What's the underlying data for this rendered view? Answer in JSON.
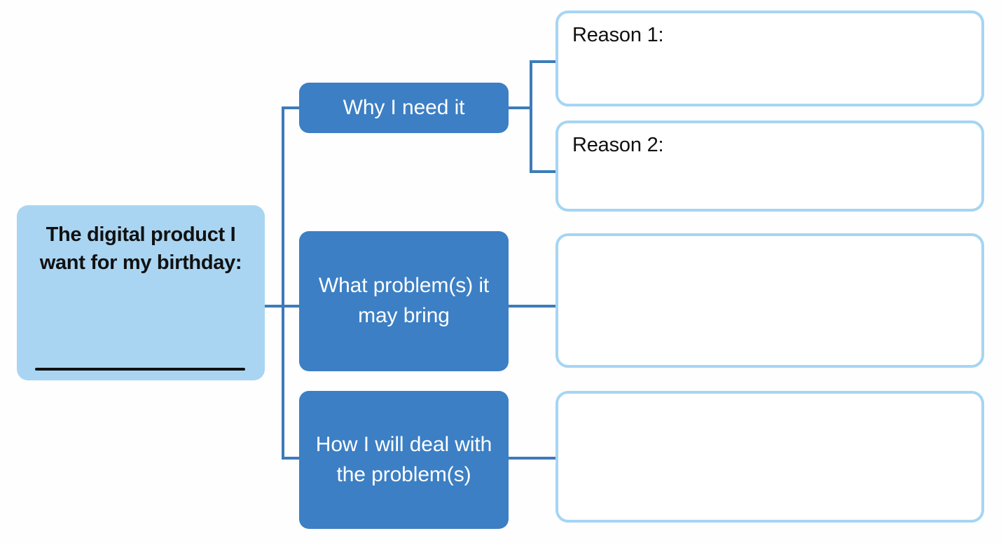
{
  "diagram": {
    "title_text": "The digital product I want for my birthday:",
    "root": {
      "label": "The digital product I want for my birthday:",
      "fill_color": "#a9d5f2",
      "text_color": "#111111",
      "has_write_line": true
    },
    "branches": [
      {
        "label": "Why I need it",
        "fill_color": "#3c7fc4",
        "text_color": "#ffffff",
        "children": [
          {
            "label": "Reason 1:",
            "value": "",
            "border_color": "#a6d5f3"
          },
          {
            "label": "Reason 2:",
            "value": "",
            "border_color": "#a6d5f3"
          }
        ]
      },
      {
        "label": "What problem(s) it may bring",
        "fill_color": "#3c7fc4",
        "text_color": "#ffffff",
        "children": [
          {
            "label": "",
            "value": "",
            "border_color": "#a6d5f3"
          }
        ]
      },
      {
        "label": "How I will deal with the problem(s)",
        "fill_color": "#3c7fc4",
        "text_color": "#ffffff",
        "children": [
          {
            "label": "",
            "value": "",
            "border_color": "#a6d5f3"
          }
        ]
      }
    ],
    "connector_color": "#3d7cb8",
    "background_color": "#ffffff"
  }
}
